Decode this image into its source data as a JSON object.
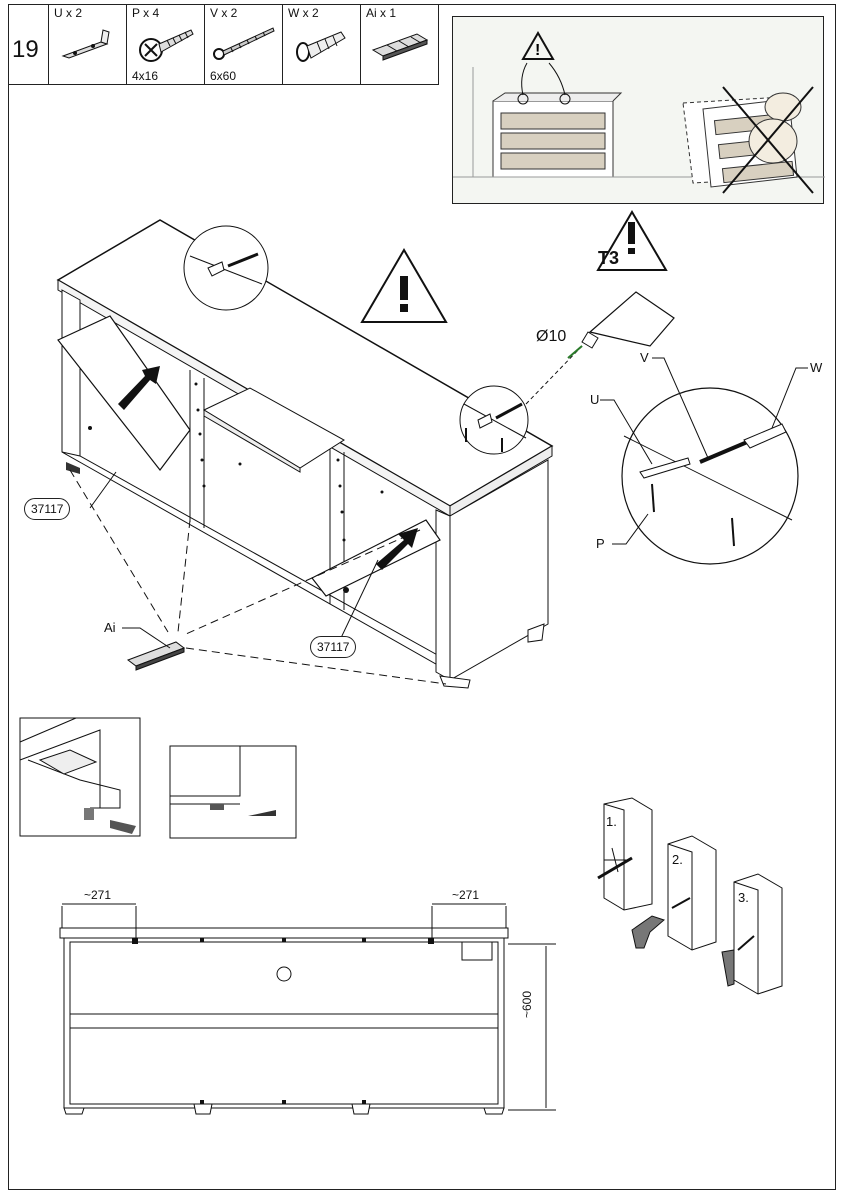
{
  "step": {
    "number": "19"
  },
  "parts": [
    {
      "label": "U x 2",
      "size": "",
      "icon": "bracket-icon"
    },
    {
      "label": "P x 4",
      "size": "4x16",
      "icon": "short-screw-icon"
    },
    {
      "label": "V x 2",
      "size": "6x60",
      "icon": "long-screw-icon"
    },
    {
      "label": "W x 2",
      "size": "",
      "icon": "wall-plug-icon"
    },
    {
      "label": "Ai x 1",
      "size": "",
      "icon": "wedge-icon"
    }
  ],
  "warning": {
    "tool_label": "T3",
    "drill_size": "Ø10"
  },
  "callouts": {
    "left_part": "37117",
    "right_part": "37117",
    "ai": "Ai",
    "u": "U",
    "v": "V",
    "w": "W",
    "p": "P"
  },
  "dimensions": {
    "left": "~271",
    "right": "~271",
    "height": "~600"
  },
  "steps_small": [
    "1.",
    "2.",
    "3."
  ]
}
